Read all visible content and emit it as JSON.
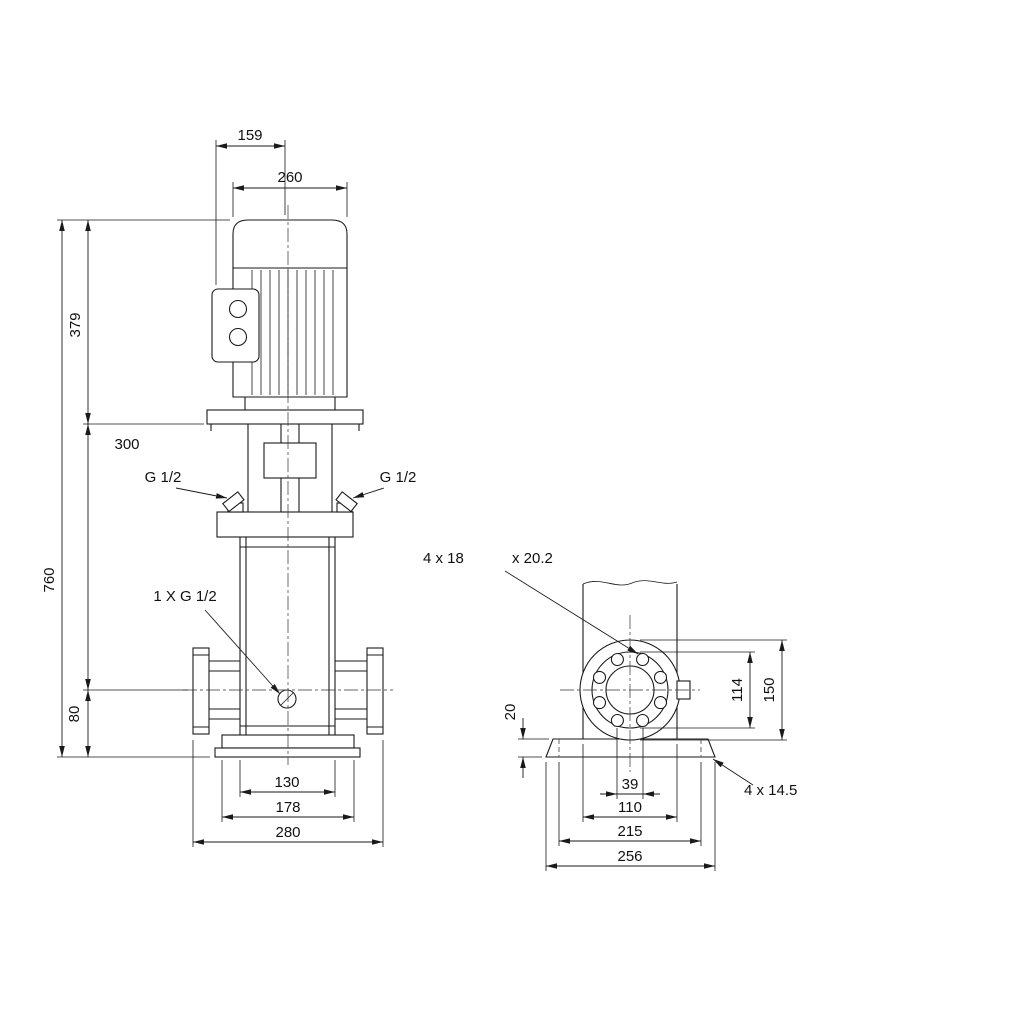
{
  "canvas": {
    "background": "#ffffff",
    "line_color": "#1a1a1a"
  },
  "drawing": {
    "front_view": {
      "dim_motor_depth": "159",
      "dim_motor_width": "260",
      "dim_motor_height": "379",
      "dim_mid_height": "300",
      "dim_total_height": "760",
      "dim_port_axis_height": "80",
      "label_port_left": "G 1/2",
      "label_port_right": "G 1/2",
      "label_drain_plug": "1 X G 1/2",
      "dim_width_inner": "130",
      "dim_width_base": "178",
      "dim_width_flanges": "280"
    },
    "side_view": {
      "label_flange_holes": "4 x 18",
      "label_flange_holes_depth": "x 20.2",
      "dim_base_thickness": "20",
      "dim_hub_diameter": "114",
      "dim_flange_diameter": "150",
      "dim_hole_pair_spacing": "39",
      "dim_column_width": "110",
      "dim_base_hole_spacing": "215",
      "dim_base_length": "256",
      "label_base_holes": "4 x 14.5"
    }
  }
}
